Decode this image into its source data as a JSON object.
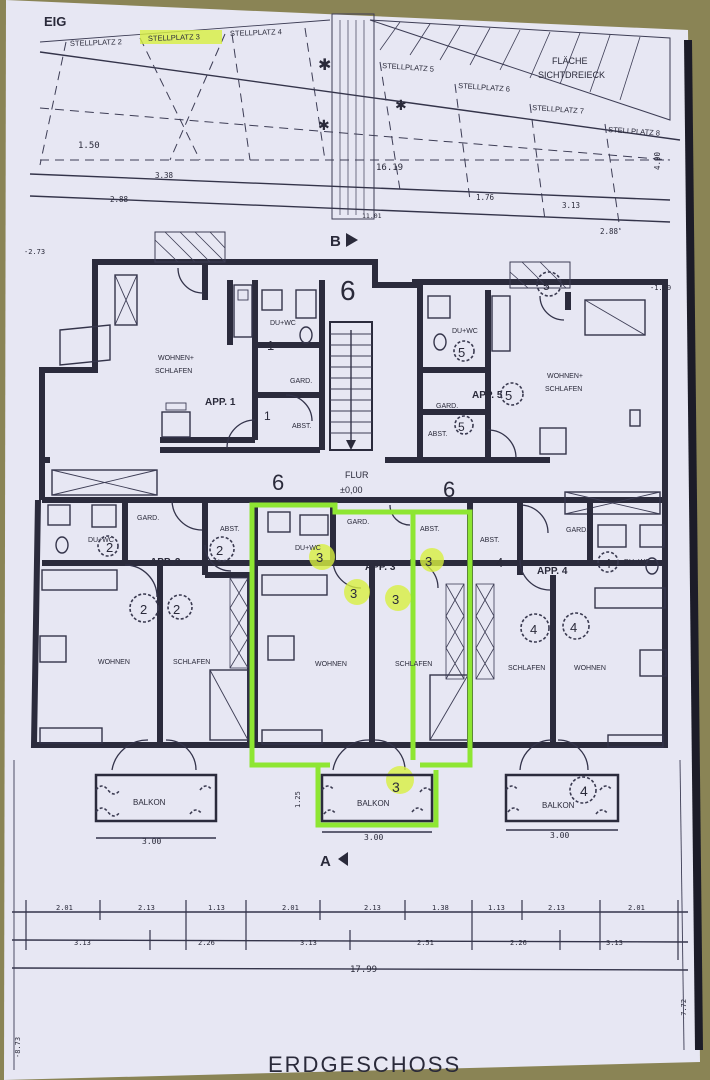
{
  "sheet": {
    "corner_label": "EIG",
    "footer_title": "ERDGESCHOSS",
    "highlight_color": "#8ee632",
    "paper_color": "#e9e9f4",
    "ink_color": "#2b2b3c",
    "table_color": "#8a8455"
  },
  "parking": {
    "spaces": [
      "STELLPLATZ 2",
      "STELLPLATZ 3",
      "STELLPLATZ 4",
      "STELLPLATZ 5",
      "STELLPLATZ 6",
      "STELLPLATZ 7",
      "STELLPLATZ 8"
    ],
    "area_label_1": "FLÄCHE",
    "area_label_2": "SICHTDREIECK"
  },
  "top_dims": {
    "d1": "1.50",
    "d2": "3.38",
    "d3": "2.88",
    "d4": "16.19",
    "d5": "1.76",
    "d6": "3.13",
    "d7": "2.88",
    "d8": "4.90",
    "d9": "-2.73",
    "d10": "-1.90",
    "d11": "11.01"
  },
  "section_marks": {
    "top": "B",
    "bottom": "A"
  },
  "stair_marks": {
    "top": "6",
    "left": "6",
    "right": "6"
  },
  "corridor": {
    "name": "FLUR",
    "level": "±0,00"
  },
  "apartments": {
    "app1": {
      "title": "APP. 1",
      "living": "WOHNEN+",
      "living2": "SCHLAFEN",
      "bath": "DU+WC",
      "gard": "GARD.",
      "abst": "ABST.",
      "num": "1"
    },
    "app5": {
      "title": "APP. 5",
      "living": "WOHNEN+",
      "living2": "SCHLAFEN",
      "bath": "DU+WC",
      "gard": "GARD.",
      "abst": "ABST.",
      "num": "5"
    },
    "app2": {
      "title": "APP. 2",
      "living": "WOHNEN",
      "sleep": "SCHLAFEN",
      "bath": "DU+WC",
      "gard": "GARD.",
      "abst": "ABST.",
      "balcony": "BALKON",
      "num": "2"
    },
    "app3": {
      "title": "APP. 3",
      "living": "WOHNEN",
      "sleep": "SCHLAFEN",
      "bath": "DU+WC",
      "gard": "GARD.",
      "abst": "ABST.",
      "balcony": "BALKON",
      "num": "3"
    },
    "app4": {
      "title": "APP. 4",
      "living": "WOHNEN",
      "sleep": "SCHLAFEN",
      "bath": "DU+WC",
      "gard": "GARD.",
      "abst": "ABST.",
      "balcony": "BALKON",
      "num": "4"
    }
  },
  "balcony_width": "3.00",
  "balcony_depth": "1.25",
  "bottom_dims": {
    "row1": [
      "2.01",
      "2.13",
      "1.13",
      "2.01",
      "2.13",
      "1.38",
      "1.13",
      "2.13",
      "2.01"
    ],
    "row2": [
      "3.13",
      "2.26",
      "3.13",
      "2.51",
      "2.26",
      "3.13"
    ],
    "total": "17.99",
    "left_level": "-8.73",
    "right_level": "-7.72"
  }
}
